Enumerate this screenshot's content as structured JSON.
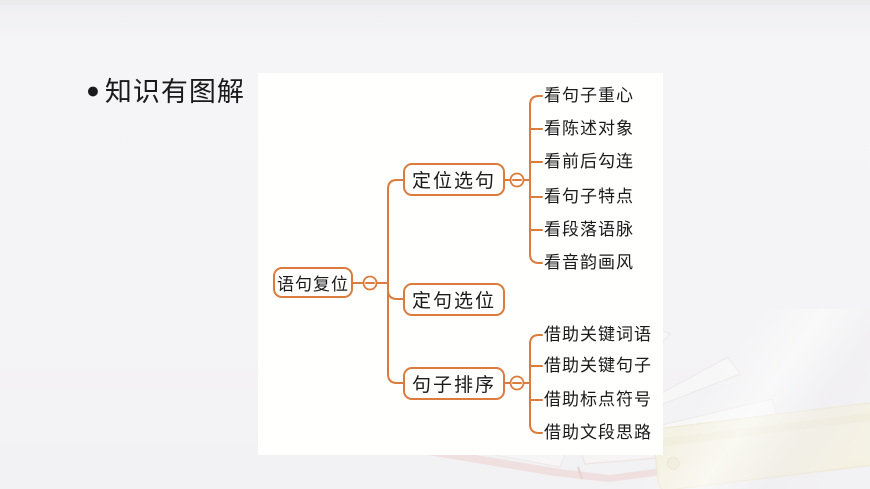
{
  "slide": {
    "title": {
      "bullet": "●",
      "text": "知识有图解"
    }
  },
  "colors": {
    "accent": "#DC7B3C",
    "panel_background": "#FFFFFE",
    "page_background": "#F4F3F5",
    "text": "#1A1A1A",
    "book_page_edge": "#EAC9C6",
    "book_cover_yellow": "#F6F2D7"
  },
  "mindmap": {
    "root": {
      "label": "语句复位"
    },
    "branches": [
      {
        "label": "定位选句",
        "collapse_icon": "circle-minus",
        "leaves": [
          "看句子重心",
          "看陈述对象",
          "看前后勾连",
          "看句子特点",
          "看段落语脉",
          "看音韵画风"
        ]
      },
      {
        "label": "定句选位",
        "leaves": []
      },
      {
        "label": "句子排序",
        "collapse_icon": "circle-minus",
        "leaves": [
          "借助关键词语",
          "借助关键句子",
          "借助标点符号",
          "借助文段思路"
        ]
      }
    ]
  }
}
